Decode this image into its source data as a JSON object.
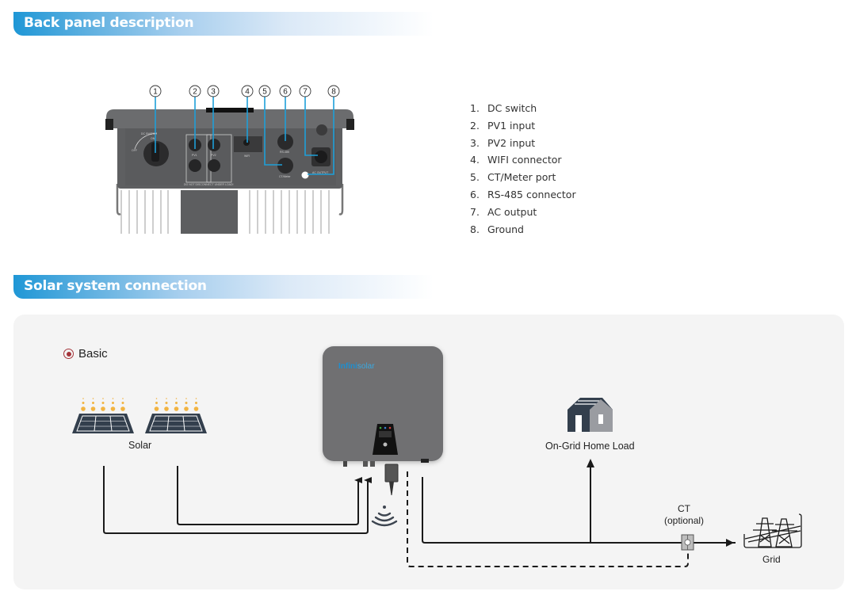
{
  "back_panel": {
    "title": "Back panel description",
    "callouts": [
      "1",
      "2",
      "3",
      "4",
      "5",
      "6",
      "7",
      "8"
    ],
    "device_markings": {
      "dc_switch": "DC SWITCH",
      "on": "ON",
      "off": "OFF",
      "pv1": "PV1",
      "pv2": "PV2",
      "wifi": "WIFI",
      "rs485": "RS-485",
      "ct_meter": "CT/Meter",
      "ac_output": "AC OUTPUT",
      "warning": "DO NOT DISCONNECT UNDER LOAD!"
    },
    "components": [
      {
        "num": "1.",
        "label": "DC switch"
      },
      {
        "num": "2.",
        "label": "PV1 input"
      },
      {
        "num": "3.",
        "label": "PV2 input"
      },
      {
        "num": "4.",
        "label": "WIFI connector"
      },
      {
        "num": "5.",
        "label": "CT/Meter port"
      },
      {
        "num": "6.",
        "label": "RS-485 connector"
      },
      {
        "num": "7.",
        "label": "AC output"
      },
      {
        "num": "8.",
        "label": "Ground"
      }
    ],
    "accent_color": "#1e9fd8"
  },
  "solar_connection": {
    "title": "Solar system connection",
    "mode_label": "Basic",
    "solar_label": "Solar",
    "inverter_brand": {
      "part1": "Infini",
      "part2": "solar"
    },
    "home_label": "On-Grid Home Load",
    "ct_label_line1": "CT",
    "ct_label_line2": "(optional)",
    "grid_label": "Grid",
    "colors": {
      "header_blue": "#1f97d6",
      "radio_red": "#a4343a",
      "sun_dots": "#f2b441",
      "panel_dark": "#333f4d",
      "inverter_gray": "#6f7072",
      "panel_bg": "#f4f4f4"
    }
  }
}
